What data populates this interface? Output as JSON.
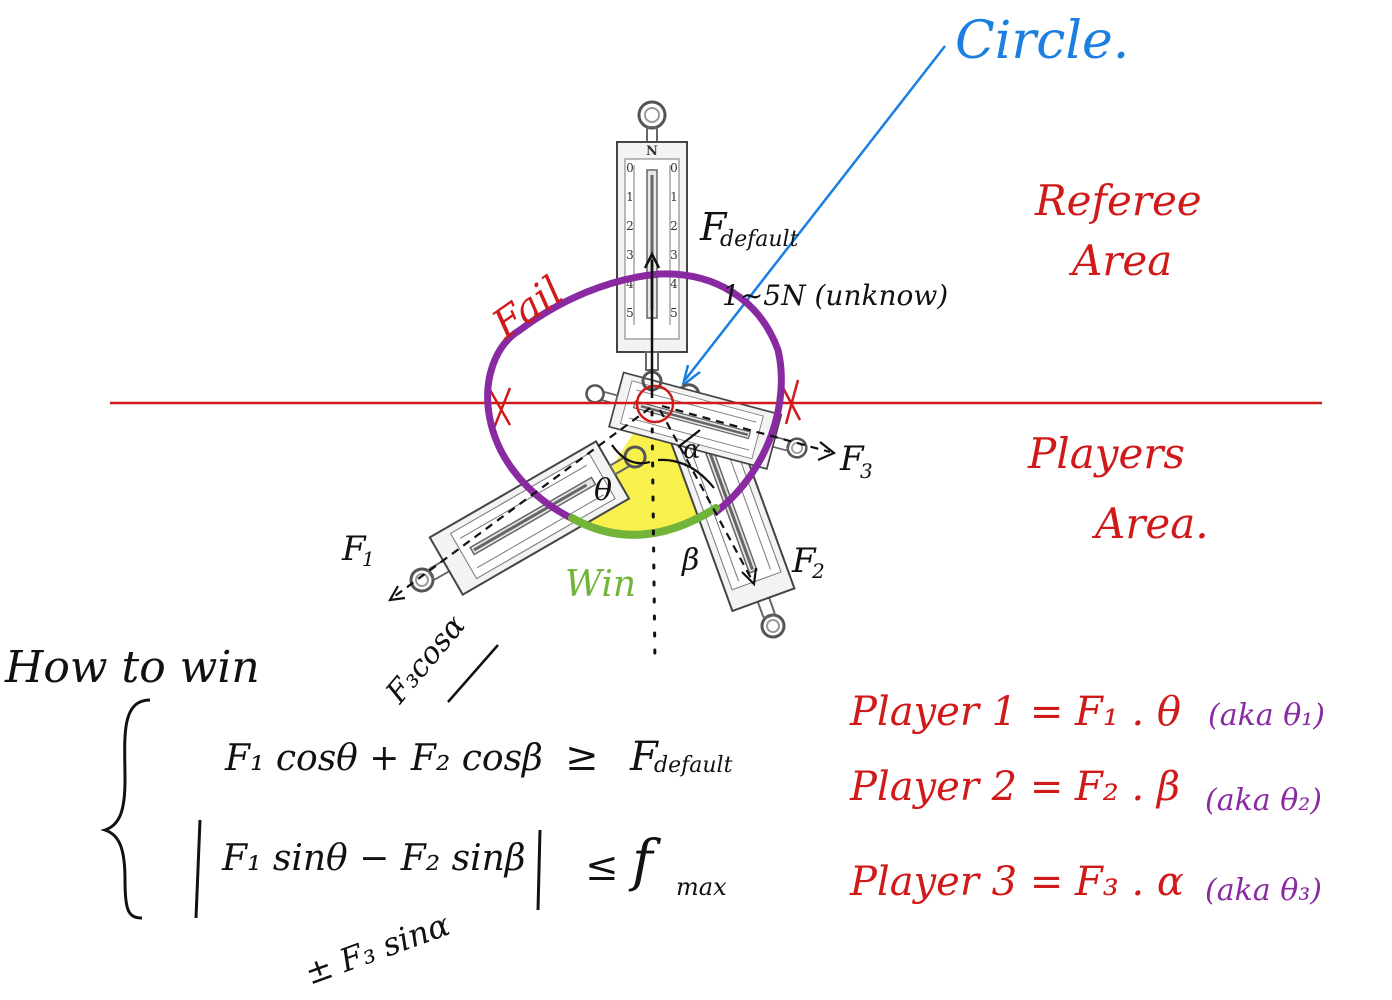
{
  "colors": {
    "background": "#ffffff",
    "divider_line": "#d01a1a",
    "circle_annotation": "#1a7fe0",
    "fail_arc": "#8a2aa2",
    "win_arc": "#72b43a",
    "win_zone": "#f7f03a",
    "red_text": "#d01a1a",
    "purple_text": "#8a2aa2",
    "black_ink": "#111111"
  },
  "labels": {
    "circle": "Circle.",
    "referee_area_line1": "Referee",
    "referee_area_line2": "Area",
    "players_area_line1": "Players",
    "players_area_line2": "Area.",
    "fail": "Fail",
    "win": "Win",
    "f_default": "F",
    "f_default_sub": "default",
    "f_default_range": "1~5N (unknow)",
    "f1": "F",
    "f1_sub": "1",
    "f2": "F",
    "f2_sub": "2",
    "f3": "F",
    "f3_sub": "3",
    "theta": "θ",
    "beta": "β",
    "alpha": "α",
    "f3cos": "F₃cosα"
  },
  "spring_scale": {
    "top_letter": "N",
    "ticks": [
      "0",
      "1",
      "2",
      "3",
      "4",
      "5"
    ]
  },
  "how_to_win": {
    "title": "How to win",
    "eq1_left": "F₁ cosθ + F₂ cosβ",
    "eq1_op": "≥",
    "eq1_right": "F",
    "eq1_right_sub": "default",
    "eq2_left": "F₁ sinθ − F₂ sinβ",
    "eq2_op": "≤",
    "eq2_right": "f",
    "eq2_right_sub": "max",
    "eq2_extra": "± F₃ sinα"
  },
  "players": [
    {
      "label": "Player 1 =",
      "vars": "F₁ . θ",
      "aka": "(aka θ₁)"
    },
    {
      "label": "Player 2 =",
      "vars": "F₂ . β",
      "aka": "(aka θ₂)"
    },
    {
      "label": "Player 3 =",
      "vars": "F₃ . α",
      "aka": "(aka θ₃)"
    }
  ]
}
